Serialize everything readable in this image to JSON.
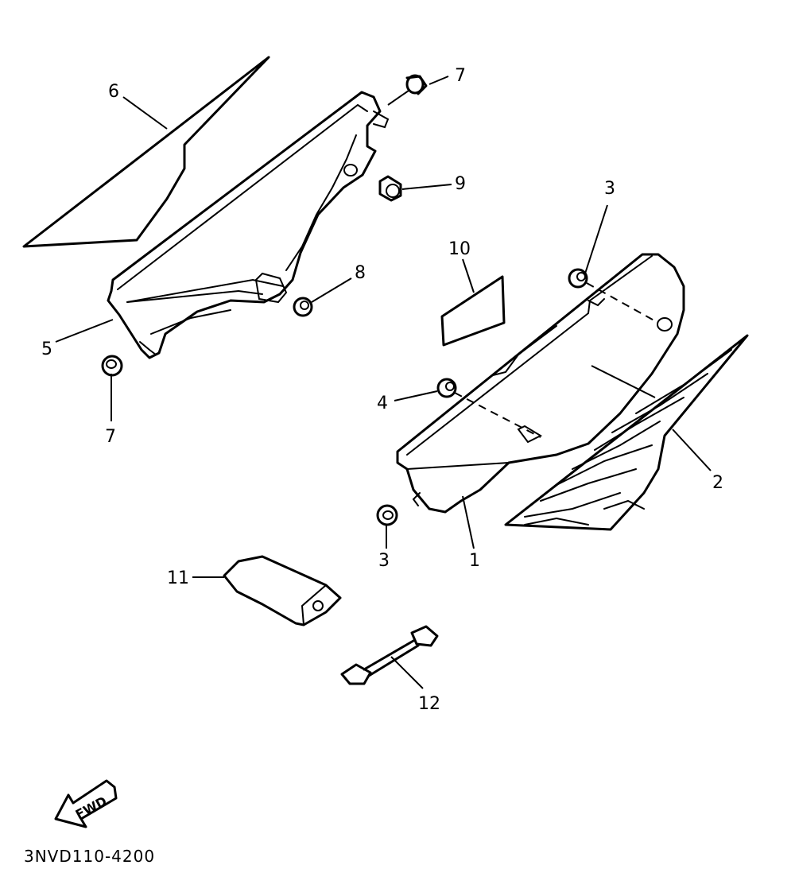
{
  "callouts": {
    "c1": "1",
    "c2": "2",
    "c3a": "3",
    "c3b": "3",
    "c4": "4",
    "c5": "5",
    "c6": "6",
    "c7a": "7",
    "c7b": "7",
    "c8": "8",
    "c9": "9",
    "c10": "10",
    "c11": "11",
    "c12": "12"
  },
  "fwd_label": "FWD",
  "diagram_code": "3NVD110-4200"
}
